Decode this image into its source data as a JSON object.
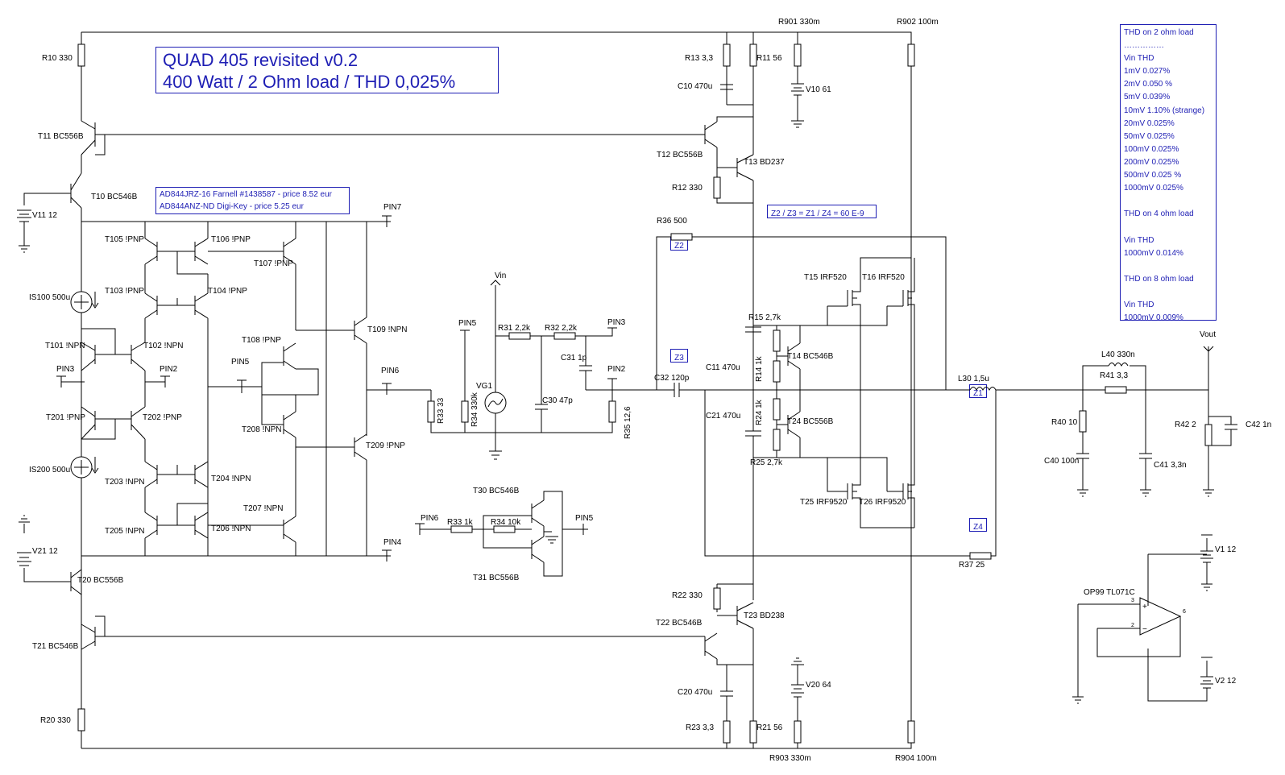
{
  "title": {
    "line1": "QUAD 405 revisited v0.2",
    "line2": "400 Watt / 2 Ohm load / THD 0,025%"
  },
  "opamp_note": {
    "line1": "AD844JRZ-16 Farnell #1438587 - price 8.52 eur",
    "line2": "AD844ANZ-ND Digi-Key - price 5.25 eur"
  },
  "impedance_note": "Z2 / Z3 = Z1 / Z4 = 60 E-9",
  "thd_table": {
    "lines": [
      "THD on 2 ohm load",
      "……………",
      "Vin THD",
      "1mV 0.027%",
      "2mV 0.050 %",
      "5mV 0.039%",
      "10mV 1.10% (strange)",
      "20mV 0.025%",
      "50mV 0.025%",
      "100mV 0.025%",
      "200mV 0.025%",
      "500mV 0.025 %",
      "1000mV 0.025%",
      "",
      "THD on 4 ohm load",
      "",
      "Vin THD",
      "1000mV 0.014%",
      "",
      "THD on 8 ohm load",
      "",
      "Vin THD",
      "1000mV 0.009%"
    ]
  },
  "impedance_markers": {
    "z1": "Z1",
    "z2": "Z2",
    "z3": "Z3",
    "z4": "Z4"
  },
  "component_labels": {
    "r10": "R10 330",
    "t11": "T11 BC556B",
    "t10": "T10 BC546B",
    "v11": "V11 12",
    "t105": "T105 !PNP",
    "t106": "T106 !PNP",
    "t107": "T107 !PNP",
    "t103": "T103 !PNP",
    "t104": "T104 !PNP",
    "is100": "IS100 500u",
    "t101": "T101 !NPN",
    "t102": "T102 !NPN",
    "pin3_left": "PIN3",
    "pin2_left": "PIN2",
    "pin5_left": "PIN5",
    "pin7": "PIN7",
    "t108": "T108 !PNP",
    "t109": "T109 !NPN",
    "pin6_left": "PIN6",
    "t201": "T201 !PNP",
    "t202": "T202 !PNP",
    "t208": "T208 !NPN",
    "t209": "T209 !PNP",
    "is200": "IS200 500u",
    "t203": "T203 !NPN",
    "t204": "T204 !NPN",
    "t207": "T207 !NPN",
    "t205": "T205 !NPN",
    "t206": "T206 !NPN",
    "pin4": "PIN4",
    "v21": "V21 12",
    "t20": "T20 BC556B",
    "t21": "T21 BC546B",
    "r20": "R20 330",
    "r33_mid": "R33 33",
    "r34_mid": "R34 330k",
    "pin5_mid": "PIN5",
    "vin": "Vin",
    "vg1": "VG1",
    "r31": "R31 2,2k",
    "r32": "R32 2,2k",
    "pin3_mid": "PIN3",
    "c31": "C31 1p",
    "c30": "C30 47p",
    "pin2_mid": "PIN2",
    "r35": "R35 12,6",
    "t30": "T30 BC546B",
    "pin6_mid": "PIN6",
    "r33_low": "R33 1k",
    "r34_low": "R34 10k",
    "pin5_low": "PIN5",
    "t31": "T31 BC556B",
    "r13": "R13 3,3",
    "r11": "R11 56",
    "r901": "R901 330m",
    "r902": "R902 100m",
    "c10": "C10 470u",
    "v10": "V10 61",
    "t12": "T12 BC556B",
    "t13": "T13 BD237",
    "r12": "R12 330",
    "r36": "R36 500",
    "t15": "T15 IRF520",
    "t16": "T16 IRF520",
    "r15": "R15 2,7k",
    "c11": "C11 470u",
    "t14": "T14 BC546B",
    "r14": "R14 1k",
    "c32": "C32 120p",
    "l30": "L30 1,5u",
    "c21": "C21 470u",
    "r24": "R24 1k",
    "t24": "T24 BC556B",
    "r25": "R25 2,7k",
    "t25": "T25 IRF9520",
    "t26": "T26 IRF9520",
    "r37": "R37 25",
    "r22": "R22 330",
    "t22": "T22 BC546B",
    "t23": "T23 BD238",
    "c20": "C20 470u",
    "v20": "V20 64",
    "r23": "R23 3,3",
    "r21": "R21 56",
    "r903": "R903 330m",
    "r904": "R904 100m",
    "l40": "L40 330n",
    "r41": "R41 3,3",
    "vout": "Vout",
    "r40": "R40 10",
    "c40": "C40 100n",
    "c41": "C41 3,3n",
    "r42": "R42 2",
    "c42": "C42 1n",
    "v1": "V1 12",
    "op99": "OP99 TL071C",
    "v2": "V2 12",
    "pin_3": "3",
    "pin_2": "2",
    "pin_6": "6",
    "plus": "+",
    "minus": "−"
  }
}
